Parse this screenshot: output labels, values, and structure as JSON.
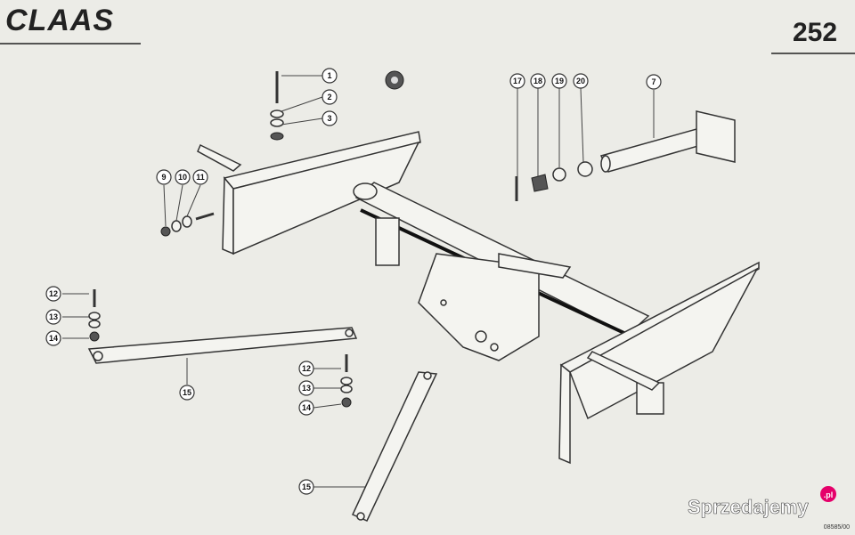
{
  "header": {
    "brand": "CLAAS",
    "page_number": "252"
  },
  "callouts": [
    {
      "label": "1"
    },
    {
      "label": "2"
    },
    {
      "label": "3"
    },
    {
      "label": "7"
    },
    {
      "label": "9"
    },
    {
      "label": "10"
    },
    {
      "label": "11"
    },
    {
      "label": "12"
    },
    {
      "label": "13"
    },
    {
      "label": "14"
    },
    {
      "label": "15"
    },
    {
      "label": "12"
    },
    {
      "label": "13"
    },
    {
      "label": "14"
    },
    {
      "label": "15"
    },
    {
      "label": "17"
    },
    {
      "label": "18"
    },
    {
      "label": "19"
    },
    {
      "label": "20"
    }
  ],
  "drawing_ref": "08585/00",
  "watermark": {
    "text": "Sprzedajemy",
    "suffix": ".pl"
  },
  "colors": {
    "ink": "#222222",
    "paper": "#ecece7",
    "watermark_badge": "#e5006a"
  }
}
